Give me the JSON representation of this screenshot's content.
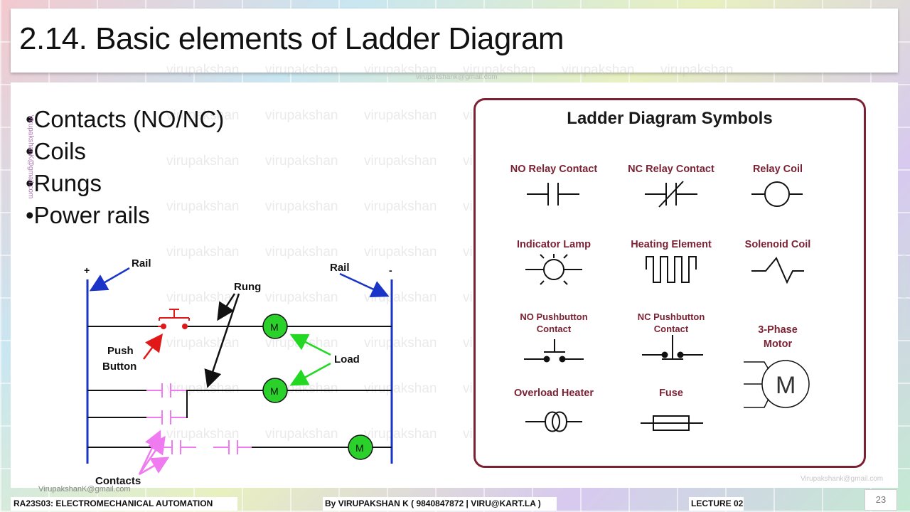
{
  "slide": {
    "title": "2.14. Basic elements of Ladder Diagram",
    "bullets": [
      "•Contacts (NO/NC)",
      "•Coils",
      "•Rungs",
      "•Power rails"
    ],
    "watermark_text": "virupakshan",
    "emails": {
      "top": "virupakshank@gmail.com",
      "side": "VirupakshanK@gmail.com",
      "bottom_left": "VirupakshanK@gmail.com",
      "bottom_right": "Virupakshank@gmail.com",
      "right_vertical": "virupakshank@gmail.com"
    },
    "page_number": "23"
  },
  "ladder": {
    "plus": "+",
    "minus": "-",
    "rail_left": "Rail",
    "rail_right": "Rail",
    "rung": "Rung",
    "push_button": [
      "Push",
      "Button"
    ],
    "load": "Load",
    "contacts": "Contacts",
    "motor": "M",
    "colors": {
      "rail": "#1a34c8",
      "push": "#e01818",
      "load": "#22d822",
      "contacts": "#f07af0",
      "motor_fill": "#2ad12a"
    }
  },
  "symbols": {
    "title": "Ladder Diagram Symbols",
    "accent": "#7a2234",
    "items": {
      "no_relay": "NO Relay Contact",
      "nc_relay": "NC Relay Contact",
      "relay_coil": "Relay Coil",
      "indicator": "Indicator Lamp",
      "heating": "Heating Element",
      "solenoid": "Solenoid Coil",
      "no_push_1": "NO Pushbutton",
      "no_push_2": "Contact",
      "nc_push_1": "NC Pushbutton",
      "nc_push_2": "Contact",
      "motor_1": "3-Phase",
      "motor_2": "Motor",
      "motor_letter": "M",
      "overload": "Overload Heater",
      "fuse": "Fuse"
    }
  },
  "footer": {
    "course": "RA23S03:   ELECTROMECHANICAL AUTOMATION",
    "author": "By VIRUPAKSHAN K ( 9840847872   | VIRU@KART.LA )",
    "lecture": "LECTURE 02"
  }
}
